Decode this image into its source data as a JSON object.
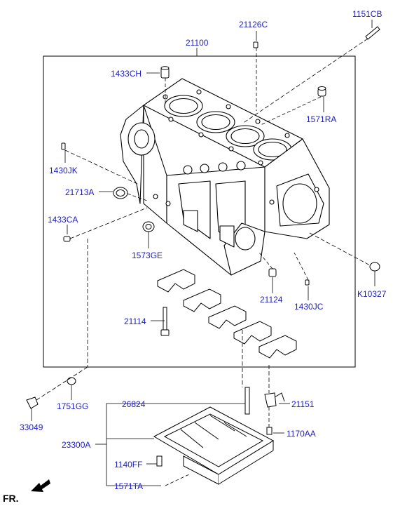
{
  "diagram": {
    "label_color": "#2020c8",
    "line_color": "#000000",
    "orientation_marker": "FR.",
    "orientation_icon": "arrow-left-down-icon",
    "parts": [
      {
        "id": "p21100",
        "code": "21100",
        "name": "cylinder-block"
      },
      {
        "id": "p21126C",
        "code": "21126C",
        "name": "dowel-pin"
      },
      {
        "id": "p1151CB",
        "code": "1151CB",
        "name": "long-bolt"
      },
      {
        "id": "p1433CH",
        "code": "1433CH",
        "name": "sleeve"
      },
      {
        "id": "p1571RA",
        "code": "1571RA",
        "name": "plug"
      },
      {
        "id": "p1430JK",
        "code": "1430JK",
        "name": "pin"
      },
      {
        "id": "p21713A",
        "code": "21713A",
        "name": "seal-ring"
      },
      {
        "id": "p1433CA",
        "code": "1433CA",
        "name": "dowel"
      },
      {
        "id": "p1573GE",
        "code": "1573GE",
        "name": "oil-seal"
      },
      {
        "id": "p21124",
        "code": "21124",
        "name": "bush"
      },
      {
        "id": "p1430JC",
        "code": "1430JC",
        "name": "pin"
      },
      {
        "id": "pK10327",
        "code": "K10327",
        "name": "cap"
      },
      {
        "id": "p21114",
        "code": "21114",
        "name": "bearing-cap-bolt"
      },
      {
        "id": "p1751GG",
        "code": "1751GG",
        "name": "gasket"
      },
      {
        "id": "p33049",
        "code": "33049",
        "name": "drain-plug"
      },
      {
        "id": "p26824",
        "code": "26824",
        "name": "guide-tube"
      },
      {
        "id": "p21151",
        "code": "21151",
        "name": "sensor"
      },
      {
        "id": "p23300A",
        "code": "23300A",
        "name": "ladder-frame"
      },
      {
        "id": "p1170AA",
        "code": "1170AA",
        "name": "bolt"
      },
      {
        "id": "p1140FF",
        "code": "1140FF",
        "name": "flange-bolt"
      },
      {
        "id": "p1571TA",
        "code": "1571TA",
        "name": "plug"
      }
    ]
  }
}
